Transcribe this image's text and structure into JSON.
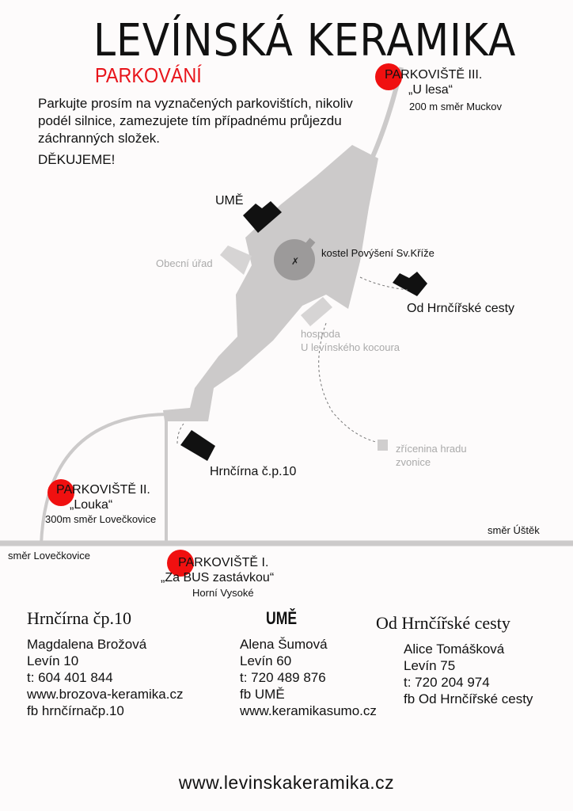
{
  "header": {
    "title": "LEVÍNSKÁ KERAMIKA",
    "subtitle": "PARKOVÁNÍ"
  },
  "intro": {
    "text": "Parkujte prosím na vyznačených parkovištích, nikoliv podél silnice, zamezujete tím případnému průjezdu záchranných složek.",
    "thanks": "DĚKUJEME!"
  },
  "map": {
    "parking": [
      {
        "name": "PARKOVIŠTĚ III.",
        "alias": "„U lesa“",
        "note": "200 m směr Muckov"
      },
      {
        "name": "PARKOVIŠTĚ II.",
        "alias": "„Louka“",
        "note": "300m směr Lovečkovice"
      },
      {
        "name": "PARKOVIŠTĚ I.",
        "alias": "„Za BUS zastávkou“",
        "note": "Horní Vysoké"
      }
    ],
    "places": {
      "ume": "UMĚ",
      "church": "kostel Povýšení Sv.Kříže",
      "office": "Obecní úřad",
      "od_hrncirske": "Od Hrnčířské cesty",
      "pub_1": "hospoda",
      "pub_2": "U levínského kocoura",
      "ruin_1": "zřícenina hradu",
      "ruin_2": "zvonice",
      "hrncirna": "Hrnčírna č.p.10"
    },
    "directions": {
      "east": "směr Úštěk",
      "west": "směr Lovečkovice"
    },
    "colors": {
      "parking": "#f01010",
      "road": "#cccaca",
      "building": "#111111"
    }
  },
  "contacts": [
    {
      "title": "Hrnčírna čp.10",
      "lines": [
        "Magdalena Brožová",
        "Levín 10",
        "t: 604 401 844",
        "www.brozova-keramika.cz",
        "fb hrnčírnačp.10"
      ]
    },
    {
      "title": "UMĚ",
      "lines": [
        "Alena Šumová",
        "Levín 60",
        "t: 720 489 876",
        "fb UMĚ",
        "www.keramikasumo.cz"
      ]
    },
    {
      "title": "Od Hrnčířské cesty",
      "lines": [
        "Alice Tomášková",
        "Levín 75",
        "t: 720 204 974",
        "fb Od Hrnčířské cesty"
      ]
    }
  ],
  "footer": {
    "website": "www.levinskakeramika.cz"
  }
}
